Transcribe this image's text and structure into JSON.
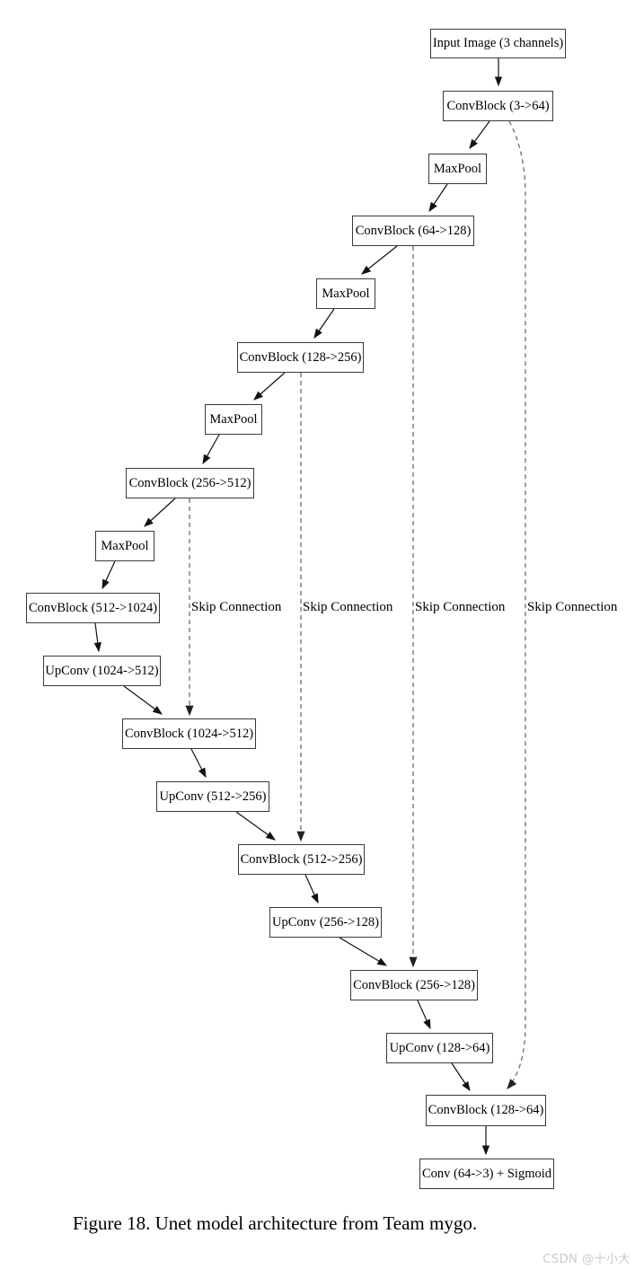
{
  "diagram": {
    "nodes": [
      {
        "id": "input-image",
        "label": "Input Image (3 channels)"
      },
      {
        "id": "convblock-3-64",
        "label": "ConvBlock (3->64)"
      },
      {
        "id": "maxpool-1",
        "label": "MaxPool"
      },
      {
        "id": "convblock-64-128",
        "label": "ConvBlock (64->128)"
      },
      {
        "id": "maxpool-2",
        "label": "MaxPool"
      },
      {
        "id": "convblock-128-256",
        "label": "ConvBlock (128->256)"
      },
      {
        "id": "maxpool-3",
        "label": "MaxPool"
      },
      {
        "id": "convblock-256-512",
        "label": "ConvBlock (256->512)"
      },
      {
        "id": "maxpool-4",
        "label": "MaxPool"
      },
      {
        "id": "convblock-512-1024",
        "label": "ConvBlock (512->1024)"
      },
      {
        "id": "upconv-1024-512",
        "label": "UpConv (1024->512)"
      },
      {
        "id": "convblock-1024-512",
        "label": "ConvBlock (1024->512)"
      },
      {
        "id": "upconv-512-256",
        "label": "UpConv (512->256)"
      },
      {
        "id": "convblock-512-256",
        "label": "ConvBlock (512->256)"
      },
      {
        "id": "upconv-256-128",
        "label": "UpConv (256->128)"
      },
      {
        "id": "convblock-256-128",
        "label": "ConvBlock (256->128)"
      },
      {
        "id": "upconv-128-64",
        "label": "UpConv (128->64)"
      },
      {
        "id": "convblock-128-64",
        "label": "ConvBlock (128->64)"
      },
      {
        "id": "conv-64-3-sigmoid",
        "label": "Conv (64->3) + Sigmoid"
      }
    ],
    "edges": [
      {
        "from": "input-image",
        "to": "convblock-3-64"
      },
      {
        "from": "convblock-3-64",
        "to": "maxpool-1"
      },
      {
        "from": "maxpool-1",
        "to": "convblock-64-128"
      },
      {
        "from": "convblock-64-128",
        "to": "maxpool-2"
      },
      {
        "from": "maxpool-2",
        "to": "convblock-128-256"
      },
      {
        "from": "convblock-128-256",
        "to": "maxpool-3"
      },
      {
        "from": "maxpool-3",
        "to": "convblock-256-512"
      },
      {
        "from": "convblock-256-512",
        "to": "maxpool-4"
      },
      {
        "from": "maxpool-4",
        "to": "convblock-512-1024"
      },
      {
        "from": "convblock-512-1024",
        "to": "upconv-1024-512"
      },
      {
        "from": "upconv-1024-512",
        "to": "convblock-1024-512"
      },
      {
        "from": "convblock-1024-512",
        "to": "upconv-512-256"
      },
      {
        "from": "upconv-512-256",
        "to": "convblock-512-256"
      },
      {
        "from": "convblock-512-256",
        "to": "upconv-256-128"
      },
      {
        "from": "upconv-256-128",
        "to": "convblock-256-128"
      },
      {
        "from": "convblock-256-128",
        "to": "upconv-128-64"
      },
      {
        "from": "upconv-128-64",
        "to": "convblock-128-64"
      },
      {
        "from": "convblock-128-64",
        "to": "conv-64-3-sigmoid"
      }
    ],
    "skip_connections": [
      {
        "label": "Skip Connection",
        "from": "convblock-256-512",
        "to": "convblock-1024-512"
      },
      {
        "label": "Skip Connection",
        "from": "convblock-128-256",
        "to": "convblock-512-256"
      },
      {
        "label": "Skip Connection",
        "from": "convblock-64-128",
        "to": "convblock-256-128"
      },
      {
        "label": "Skip Connection",
        "from": "convblock-3-64",
        "to": "convblock-128-64"
      }
    ],
    "colors": {
      "box_fill": "#ffffff",
      "box_border": "#3a3a3a",
      "edge": "#111111",
      "skip_edge": "#6e6e6e",
      "text": "#000000",
      "watermark": "#c9c9c9"
    }
  },
  "caption": "Figure 18. Unet model architecture from Team mygo.",
  "watermark": "CSDN @十小大"
}
